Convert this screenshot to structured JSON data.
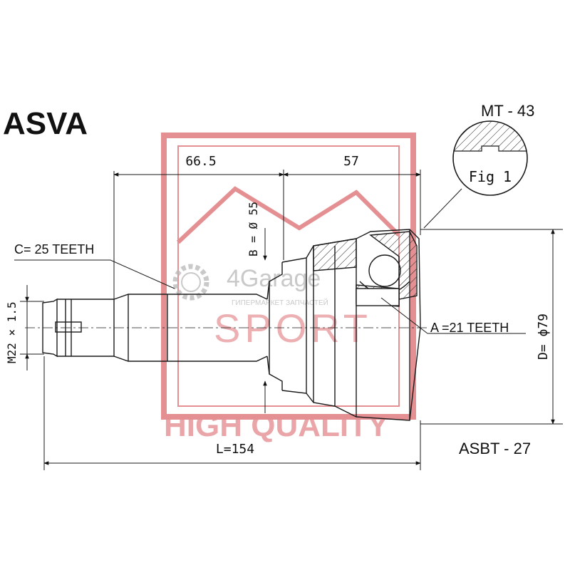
{
  "brand": "ASVA",
  "part_number": "MT - 43",
  "boot_kit": "ASBT - 27",
  "detail_label": "Fig 1",
  "dimensions": {
    "left_length": "66.5",
    "right_length": "57",
    "total_length": "L=154",
    "thread": "M22 × 1.5",
    "seal_diameter": "B = Ø 55",
    "outer_diameter": "D= ϕ79"
  },
  "splines": {
    "outer": "C= 25 TEETH",
    "inner": "A =21 TEETH"
  },
  "watermark": {
    "stamp_text": "HIGH QUALITY",
    "stamp_side": "SPORT",
    "site_name": "4Garage",
    "site_sub": "ГИПЕРМАРКЕТ ЗАПЧАСТЕЙ"
  },
  "colors": {
    "line": "#1a1a1a",
    "watermark": "#e07c80",
    "watermark_grey": "#b8b8b8"
  }
}
